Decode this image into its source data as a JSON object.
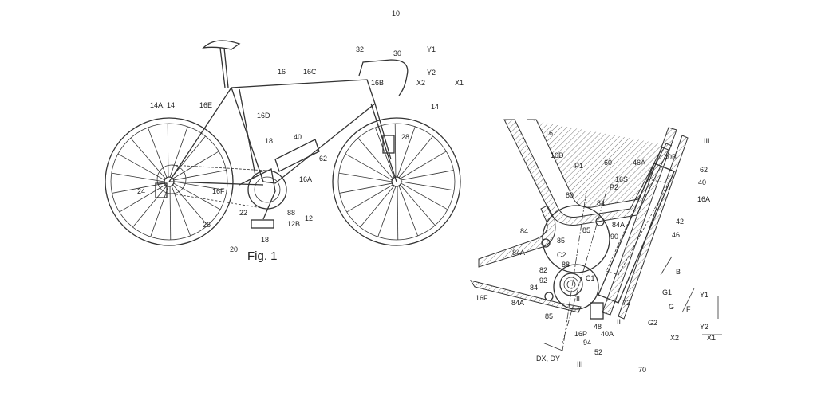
{
  "figure1": {
    "caption": "Fig. 1",
    "labels": [
      "10",
      "32",
      "30",
      "Y1",
      "Y2",
      "X2",
      "X1",
      "16",
      "16C",
      "16B",
      "14A, 14",
      "16E",
      "16D",
      "14",
      "28",
      "18",
      "40",
      "62",
      "16A",
      "24",
      "16F",
      "22",
      "88",
      "12B",
      "12",
      "26",
      "18",
      "20"
    ]
  },
  "figure2": {
    "labels": [
      "16",
      "16D",
      "60",
      "P1",
      "46A",
      "40B",
      "III",
      "62",
      "16S",
      "40",
      "16A",
      "P2",
      "80",
      "84",
      "42",
      "84A",
      "46",
      "85",
      "90",
      "84",
      "85",
      "84A",
      "C2",
      "B",
      "88",
      "82",
      "C1",
      "92",
      "84",
      "II",
      "72",
      "G1",
      "G",
      "F",
      "Y1",
      "16F",
      "84A",
      "48",
      "G2",
      "Y2",
      "85",
      "16P",
      "40A",
      "II",
      "X2",
      "X1",
      "94",
      "52",
      "DX, DY",
      "III",
      "70"
    ]
  }
}
